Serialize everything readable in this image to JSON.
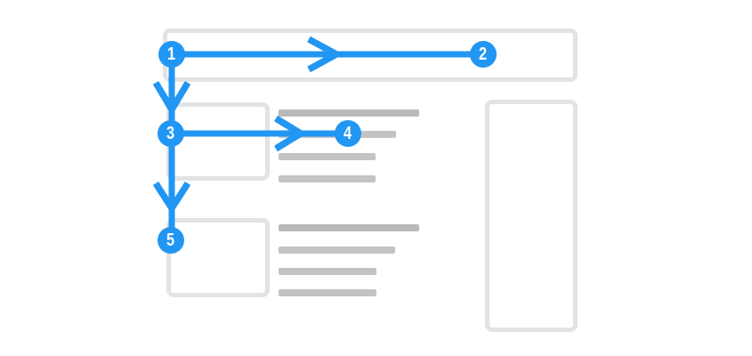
{
  "diagram": {
    "name": "f-pattern-scanning-diagram",
    "description": "Numbered blue scan path over a wireframe page: header bar, two article blocks with thumbnail and text lines, right sidebar",
    "steps": [
      {
        "order": 1,
        "label": "1"
      },
      {
        "order": 2,
        "label": "2"
      },
      {
        "order": 3,
        "label": "3"
      },
      {
        "order": 4,
        "label": "4"
      },
      {
        "order": 5,
        "label": "5"
      }
    ],
    "arrows": [
      {
        "from": "1",
        "to": "2",
        "direction": "right"
      },
      {
        "from": "1",
        "to": "3",
        "direction": "down"
      },
      {
        "from": "3",
        "to": "4",
        "direction": "right"
      },
      {
        "from": "3",
        "to": "5",
        "direction": "down"
      }
    ]
  },
  "colors": {
    "path-blue": "#2196f3",
    "wireframe-border": "#e3e3e3",
    "bar-gray": "#c3c3c3",
    "background": "#ffffff"
  }
}
